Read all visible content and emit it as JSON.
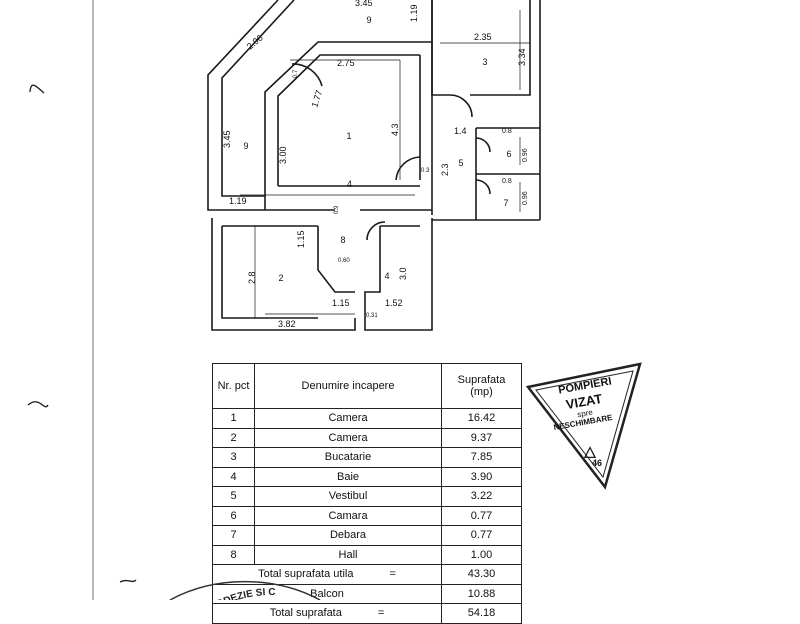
{
  "plan": {
    "rooms": [
      "1",
      "2",
      "3",
      "4",
      "5",
      "6",
      "7",
      "8",
      "9",
      "9"
    ],
    "dims": {
      "d345": "3.45",
      "d119a": "1.19",
      "d235": "2.35",
      "d334": "3.34",
      "d296": "2.96",
      "d275": "2.75",
      "d177": "1.77",
      "d43": "4.3",
      "d345v": "3.45",
      "d300": "3.00",
      "d4": "4",
      "d119b": "1.19",
      "d14": "1.4",
      "d23": "2.3",
      "d08a": "0.8",
      "d096a": "0.96",
      "d08b": "0.8",
      "d096b": "0.96",
      "d115a": "1.15",
      "d28": "2.8",
      "d30": "3.0",
      "d115b": "1.15",
      "d152": "1.52",
      "d382": "3.82",
      "d031": "0.31",
      "d03": "0.3",
      "d09": "0.9",
      "d07": "0.7",
      "d060": "0.60"
    }
  },
  "table": {
    "col1": "Nr. pct",
    "col2": "Denumire incapere",
    "col3": "Suprafata (mp)",
    "rows": [
      {
        "nr": "1",
        "name": "Camera",
        "area": "16.42"
      },
      {
        "nr": "2",
        "name": "Camera",
        "area": "9.37"
      },
      {
        "nr": "3",
        "name": "Bucatarie",
        "area": "7.85"
      },
      {
        "nr": "4",
        "name": "Baie",
        "area": "3.90"
      },
      {
        "nr": "5",
        "name": "Vestibul",
        "area": "3.22"
      },
      {
        "nr": "6",
        "name": "Camara",
        "area": "0.77"
      },
      {
        "nr": "7",
        "name": "Debara",
        "area": "0.77"
      },
      {
        "nr": "8",
        "name": "Hall",
        "area": "1.00"
      }
    ],
    "total_util_label": "Total suprafata utila",
    "total_util_eq": "=",
    "total_util_val": "43.30",
    "balcon_label": "Balcon",
    "balcon_val": "10.88",
    "total_label": "Total suprafata",
    "total_eq": "=",
    "total_val": "54.18"
  },
  "stamp": {
    "line1": "POMPIERI",
    "line2": "VIZAT",
    "line3": "spre",
    "line4": "NESCHIMBARE",
    "num": "46"
  },
  "seal_text": "TRU GEODEZIE SI C"
}
